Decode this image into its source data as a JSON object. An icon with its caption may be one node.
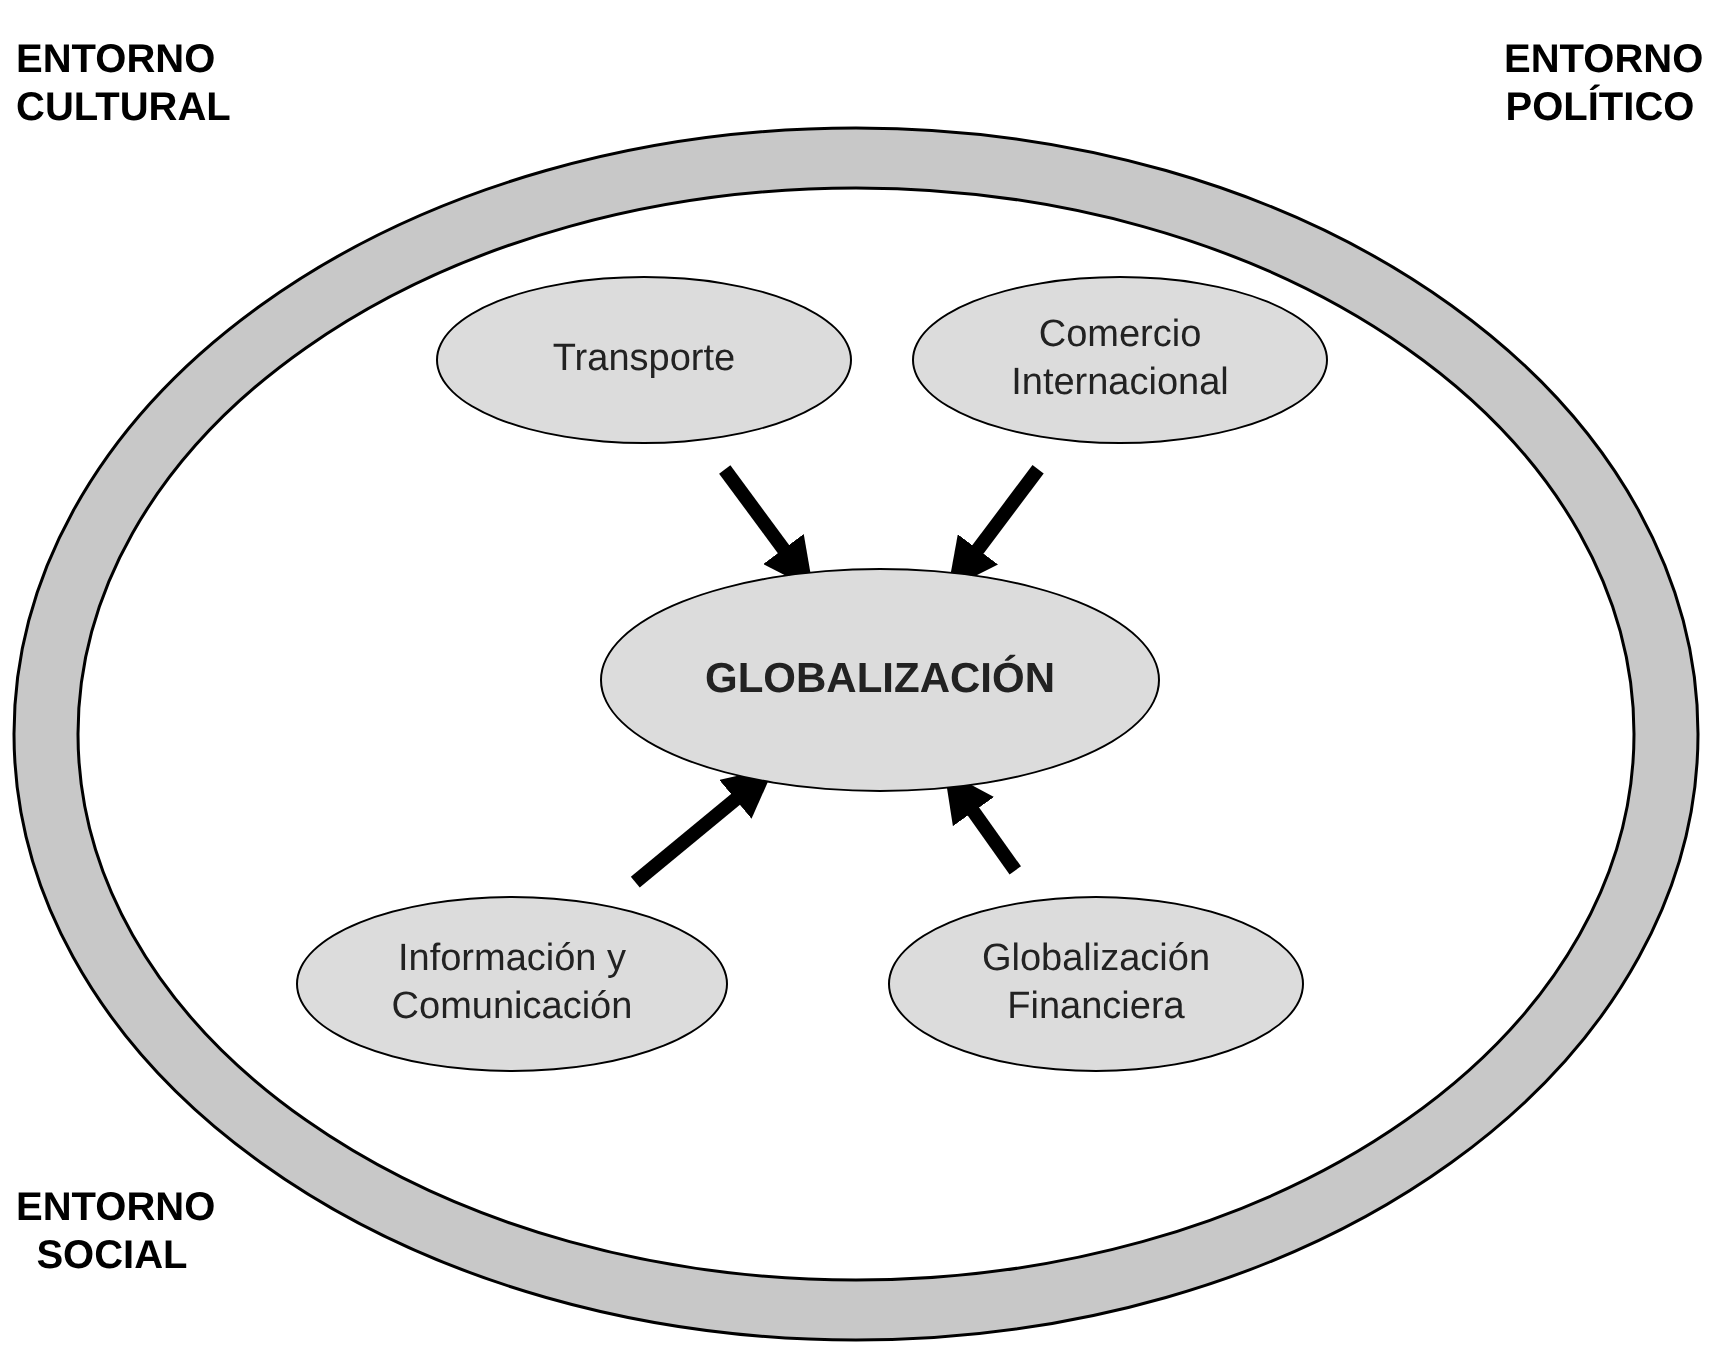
{
  "diagram": {
    "nodes": [
      {
        "text": [],
        "shape": "circle"
      },
      {
        "text": [
          "Transporte"
        ],
        "in": 0
      },
      {
        "text": [
          "Comercio Internacional"
        ],
        "in": 0
      },
      {
        "text": [
          "GLOBALIZACIÓN"
        ],
        "in": 0
      },
      {
        "text": [
          "Información y Comunicación"
        ],
        "in": 0
      },
      {
        "text": [
          "Globalización Financiera"
        ],
        "in": 0
      }
    ],
    "edges": [
      {
        "from": 1,
        "to": 3,
        "arrow": "to"
      },
      {
        "from": 2,
        "to": 3,
        "arrow": "to"
      },
      {
        "from": 4,
        "to": 3,
        "arrow": "to"
      },
      {
        "from": 5,
        "to": 3,
        "arrow": "to"
      }
    ],
    "labels": [
      "ENTORNO CULTURAL",
      "ENTORNO POLÍTICO",
      "ENTORNO SOCIAL"
    ]
  }
}
